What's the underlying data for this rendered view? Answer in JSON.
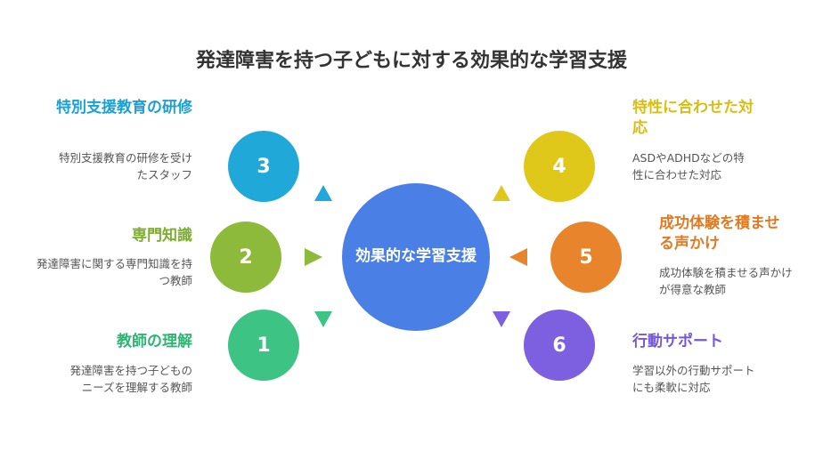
{
  "title": "発達障害を持つ子どもに対する効果的な学習支援",
  "center": {
    "label": "効果的な学習支援",
    "color": "#4a7fe5"
  },
  "items": [
    {
      "number": "1",
      "heading": "教師の理解",
      "description": "発達障害を持つ子どものニーズを理解する教師",
      "color": "#3dc484",
      "heading_color": "#2bb673"
    },
    {
      "number": "2",
      "heading": "専門知識",
      "description": "発達障害に関する専門知識を持つ教師",
      "color": "#8dba3a",
      "heading_color": "#7cae2f"
    },
    {
      "number": "3",
      "heading": "特別支援教育の研修",
      "description": "特別支援教育の研修を受けたスタッフ",
      "color": "#1fa8d8",
      "heading_color": "#1ba0d4"
    },
    {
      "number": "4",
      "heading": "特性に合わせた対応",
      "description": "ASDやADHDなどの特性に合わせた対応",
      "color": "#e0c81a",
      "heading_color": "#d8bd12"
    },
    {
      "number": "5",
      "heading": "成功体験を積ませる声かけ",
      "description": "成功体験を積ませる声かけが得意な教師",
      "color": "#e8842c",
      "heading_color": "#e07a22"
    },
    {
      "number": "6",
      "heading": "行動サポート",
      "description": "学習以外の行動サポートにも柔軟に対応",
      "color": "#7d60e0",
      "heading_color": "#7458db"
    }
  ]
}
